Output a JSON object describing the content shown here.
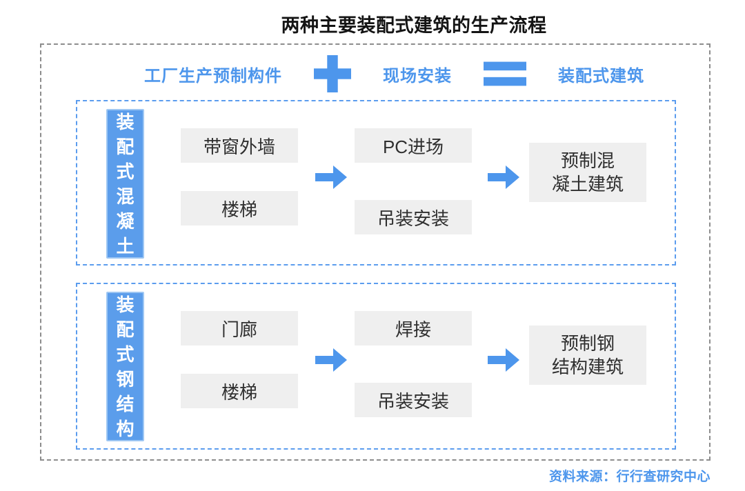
{
  "title": "两种主要装配式建筑的生产流程",
  "formula": {
    "factory_label": "工厂生产预制构件",
    "site_label": "现场安装",
    "result_label": "装配式建筑",
    "plus_icon": "plus",
    "equals_icon": "equals"
  },
  "sections": [
    {
      "label": "装配式混凝土",
      "factory_items": [
        "带窗外墙",
        "楼梯"
      ],
      "site_steps": [
        "PC进场",
        "吊装安装"
      ],
      "result_line1": "预制混",
      "result_line2": "凝土建筑",
      "arrow_icon": "arrow-right"
    },
    {
      "label": "装配式钢结构",
      "factory_items": [
        "门廊",
        "楼梯"
      ],
      "site_steps": [
        "焊接",
        "吊装安装"
      ],
      "result_line1": "预制钢",
      "result_line2": "结构建筑",
      "arrow_icon": "arrow-right"
    }
  ],
  "source_note": "资料来源：行行查研究中心",
  "colors": {
    "accent_blue": "#4D96EC",
    "label_fill": "#5B9DEB",
    "label_edge": "#9EC7F3",
    "section_border_blue": "#5B9CEE",
    "outer_border_gray": "#8C8C8C",
    "box_fill_gray": "#EFEFEF",
    "title_text": "#141414",
    "box_text": "#2F2F2F"
  }
}
